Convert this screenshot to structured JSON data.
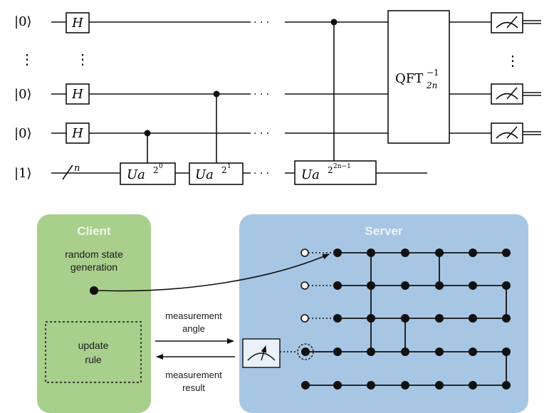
{
  "circuit": {
    "ket0": "|0⟩",
    "ket1": "|1⟩",
    "vdots": "⋮",
    "hdots": "· · ·",
    "hadamard_label": "H",
    "register_size_label": "n",
    "controlled_gate_base": "Ua",
    "controlled_gate_exponents": [
      "2",
      "2",
      "2"
    ],
    "controlled_gate_sub_exponents": [
      "0",
      "1",
      "2n−1"
    ],
    "qft": {
      "label": "QFT",
      "superscript": "−1",
      "subscript": "2n"
    }
  },
  "mbqc": {
    "client": {
      "title": "Client",
      "random_state_line1": "random state",
      "random_state_line2": "generation",
      "update_line1": "update",
      "update_line2": "rule",
      "panel_color": "#a9cf8c"
    },
    "server": {
      "title": "Server",
      "panel_color": "#a7c6e4"
    },
    "channel": {
      "angle_line1": "measurement",
      "angle_line2": "angle",
      "result_line1": "measurement",
      "result_line2": "result"
    }
  }
}
